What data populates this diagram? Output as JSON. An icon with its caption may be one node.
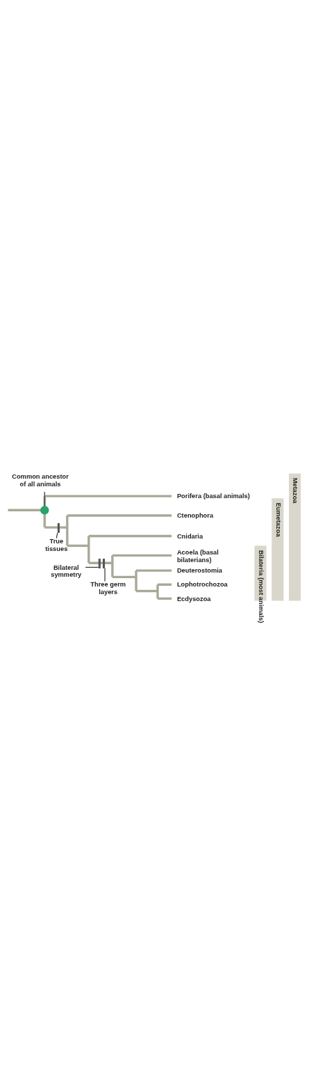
{
  "diagram": {
    "nodes": [
      {
        "text": [
          "Common ancestor of all animals"
        ]
      },
      {
        "text": [],
        "shape": "circle"
      },
      {
        "text": [
          "Porifera (basal animals)"
        ]
      },
      {
        "text": [
          "Ctenophora"
        ]
      },
      {
        "text": [
          "Cnidaria"
        ]
      },
      {
        "text": [
          "Acoela (basal bilaterians)"
        ]
      },
      {
        "text": [
          "Deuterostomia"
        ]
      },
      {
        "text": [
          "Lophotrochozoa"
        ]
      },
      {
        "text": [
          "Ecdysozoa"
        ]
      },
      {
        "text": [
          "True tissues"
        ]
      },
      {
        "text": [
          "Bilateral symmetry"
        ]
      },
      {
        "text": [
          "Three germ layers"
        ]
      },
      {
        "text": [
          "Metazoa"
        ]
      },
      {
        "text": [
          "Eumetazoa"
        ]
      },
      {
        "text": [
          "Bilateria (most animals)"
        ]
      },
      {
        "text": [],
        "shape": "bar"
      },
      {
        "text": [],
        "shape": "bar"
      },
      {
        "text": [],
        "shape": "bar"
      }
    ],
    "edges": [
      {
        "from": 0,
        "to": 1,
        "arrow": "none"
      },
      {
        "from": 9,
        "to": 15,
        "arrow": "none"
      },
      {
        "from": 10,
        "to": 16,
        "arrow": "none"
      },
      {
        "from": 11,
        "to": 17,
        "arrow": "none"
      }
    ]
  }
}
